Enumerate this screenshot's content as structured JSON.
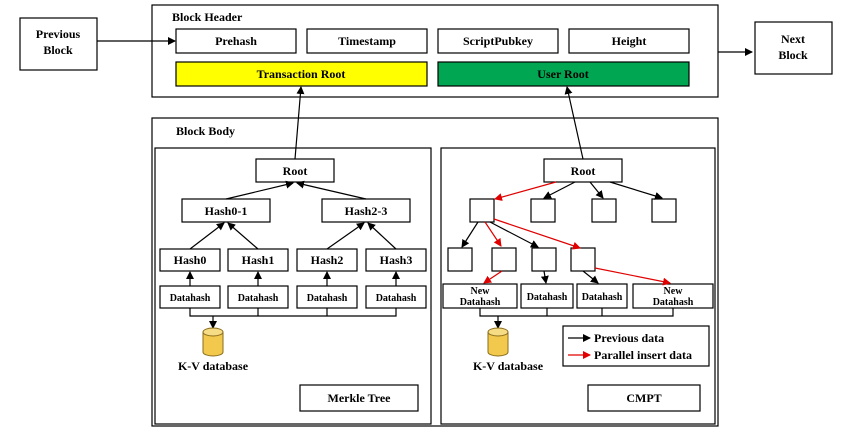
{
  "external": {
    "previous_block_line1": "Previous",
    "previous_block_line2": "Block",
    "next_block_line1": "Next",
    "next_block_line2": "Block"
  },
  "header": {
    "title": "Block Header",
    "fields": [
      "Prehash",
      "Timestamp",
      "ScriptPubkey",
      "Height"
    ],
    "transaction_root": "Transaction Root",
    "user_root": "User Root",
    "colors": {
      "transaction_root": "#ffff00",
      "user_root": "#00a651"
    }
  },
  "body": {
    "title": "Block Body",
    "merkle": {
      "caption": "Merkle Tree",
      "root": "Root",
      "level1": [
        "Hash0-1",
        "Hash2-3"
      ],
      "level2": [
        "Hash0",
        "Hash1",
        "Hash2",
        "Hash3"
      ],
      "leaves": [
        "Datahash",
        "Datahash",
        "Datahash",
        "Datahash"
      ],
      "database": "K-V database"
    },
    "cmpt": {
      "caption": "CMPT",
      "root": "Root",
      "leaf_new_line1": "New",
      "leaf_new_line2": "Datahash",
      "leaves": [
        "Datahash",
        "Datahash"
      ],
      "database": "K-V database",
      "legend": {
        "previous": "Previous data",
        "parallel": "Parallel insert data"
      },
      "colors": {
        "previous": "#000000",
        "parallel": "#e00000"
      }
    }
  }
}
